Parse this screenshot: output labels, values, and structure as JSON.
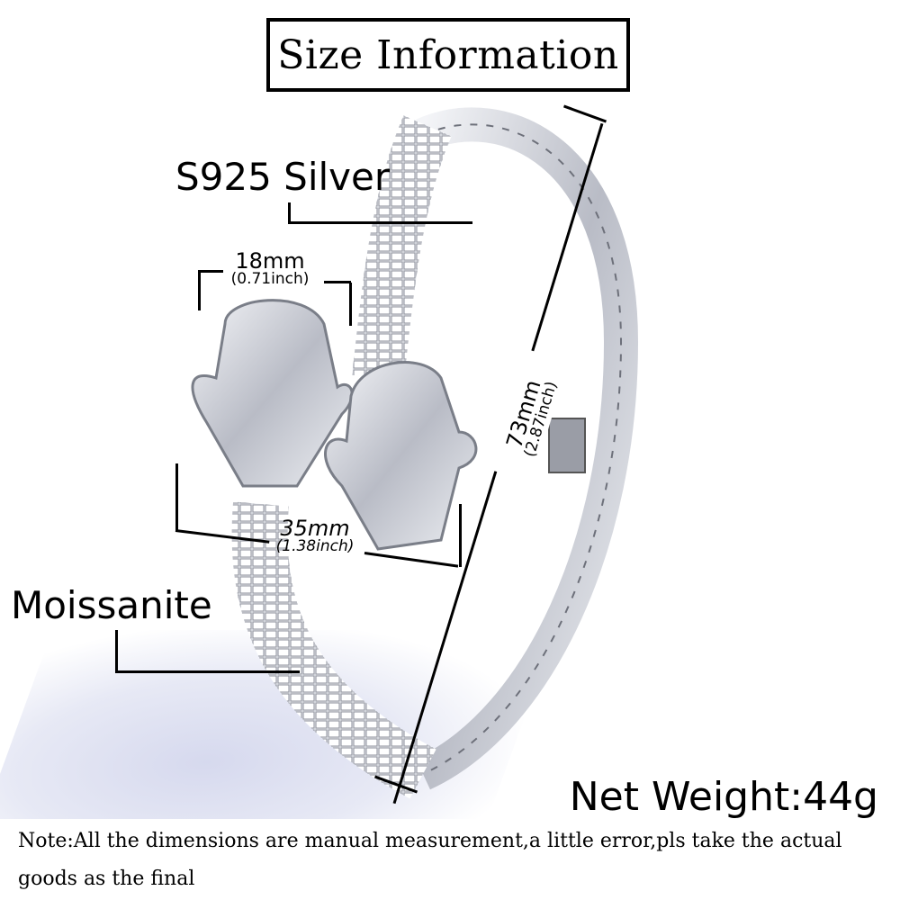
{
  "title": "Size Information",
  "labels": {
    "material_top": "S925 Silver",
    "material_stone": "Moissanite",
    "net_weight": "Net Weight:44g"
  },
  "measurements": {
    "head_width": {
      "mm": "18mm",
      "inch": "(0.71inch)"
    },
    "head_length": {
      "mm": "35mm",
      "inch": "(1.38inch)"
    },
    "diameter": {
      "mm": "73mm",
      "inch": "(2.87inch)"
    }
  },
  "note": {
    "line1": "Note:All the dimensions are manual measurement,a little error,pls take the actual",
    "line2": "goods as the final"
  },
  "image": {
    "subject": "silver hamsa hand open cuff bangle with baguette and round stones",
    "colors": {
      "metal": "#c9ccd4",
      "shadow": "#dfe2f2",
      "line": "#000000"
    }
  }
}
